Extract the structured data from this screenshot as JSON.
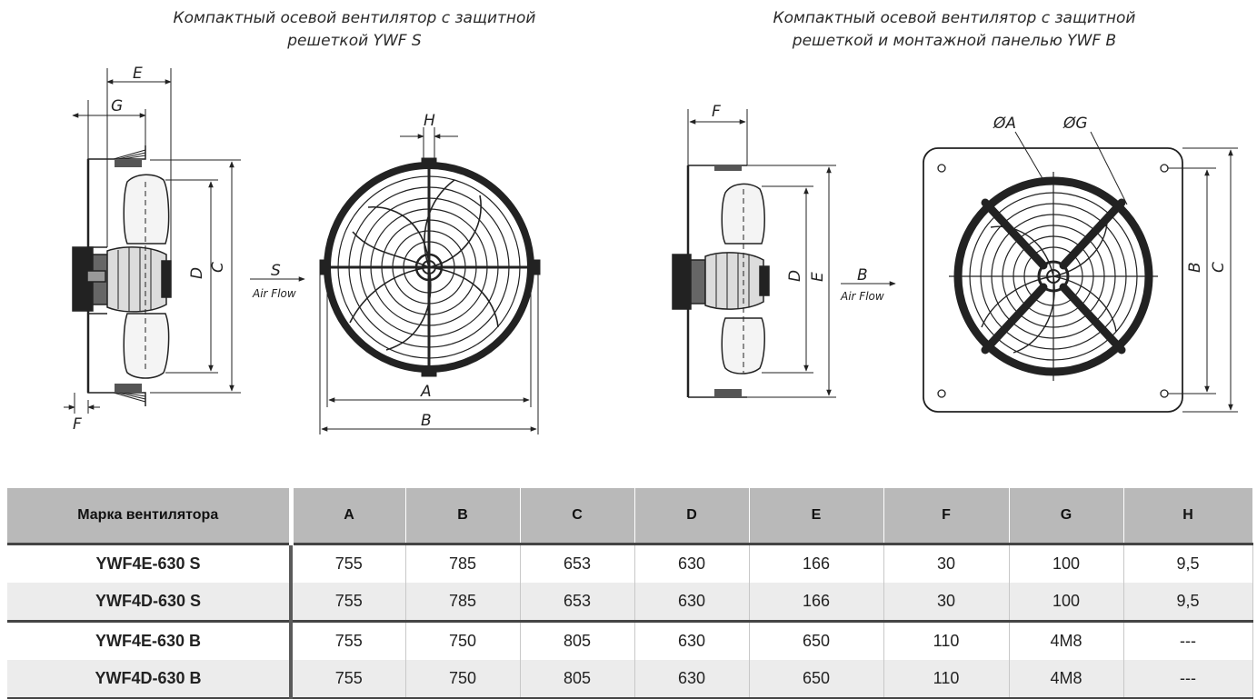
{
  "captions": {
    "left": [
      "Компактный осевой вентилятор с защитной",
      "решеткой YWF S"
    ],
    "right": [
      "Компактный осевой вентилятор с защитной",
      "решеткой и монтажной панелью YWF B"
    ]
  },
  "drawing_labels": {
    "left_side": {
      "E": "E",
      "G": "G",
      "D": "D",
      "C": "C",
      "F": "F",
      "S": "S",
      "air_flow": "Air Flow"
    },
    "left_front": {
      "H": "H",
      "A": "A",
      "B": "B"
    },
    "right_side": {
      "F": "F",
      "D": "D",
      "E": "E",
      "B": "B",
      "air_flow": "Air Flow"
    },
    "right_front": {
      "A": "ØA",
      "G": "ØG",
      "B": "B",
      "C": "C"
    }
  },
  "table": {
    "headers": [
      "Марка вентилятора",
      "A",
      "B",
      "C",
      "D",
      "E",
      "F",
      "G",
      "H"
    ],
    "rows": [
      [
        "YWF4E-630 S",
        "755",
        "785",
        "653",
        "630",
        "166",
        "30",
        "100",
        "9,5"
      ],
      [
        "YWF4D-630 S",
        "755",
        "785",
        "653",
        "630",
        "166",
        "30",
        "100",
        "9,5"
      ],
      [
        "YWF4E-630 B",
        "755",
        "750",
        "805",
        "630",
        "650",
        "110",
        "4M8",
        "---"
      ],
      [
        "YWF4D-630 B",
        "755",
        "750",
        "805",
        "630",
        "650",
        "110",
        "4M8",
        "---"
      ]
    ]
  }
}
